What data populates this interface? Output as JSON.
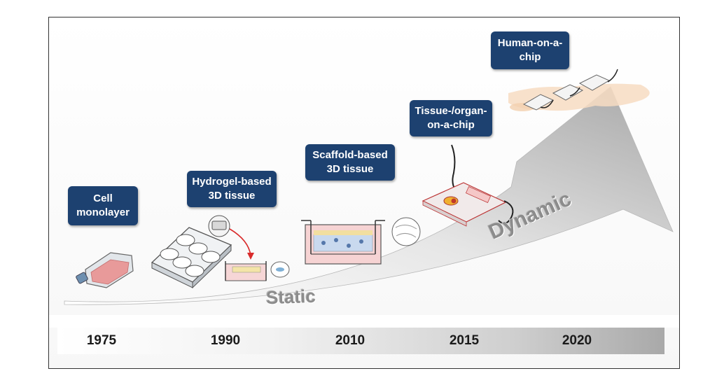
{
  "stages": [
    {
      "lines": [
        "Cell",
        "monolayer"
      ]
    },
    {
      "lines": [
        "Hydrogel-based",
        "3D tissue"
      ]
    },
    {
      "lines": [
        "Scaffold-based",
        "3D tissue"
      ]
    },
    {
      "lines": [
        "Tissue-/organ-",
        "on-a-chip"
      ]
    },
    {
      "lines": [
        "Human-on-a-",
        "chip"
      ]
    }
  ],
  "timeline": {
    "years": [
      "1975",
      "1990",
      "2010",
      "2015",
      "2020"
    ]
  },
  "arrow": {
    "static_label": "Static",
    "dynamic_label": "Dynamic"
  },
  "colors": {
    "label_bg": "#1d4170",
    "label_text": "#ffffff",
    "arrow_fill": "#cfcfcf",
    "tissue_pink": "#f2c4c4"
  }
}
